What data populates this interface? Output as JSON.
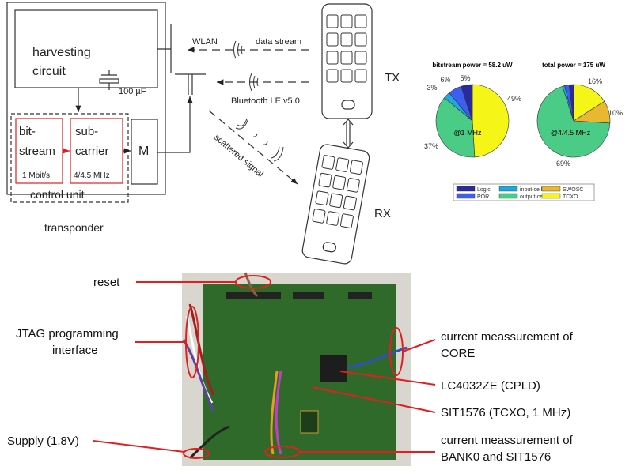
{
  "block_diagram": {
    "harvesting_label_1": "harvesting",
    "harvesting_label_2": "circuit",
    "capacitor_label": "100 µF",
    "bitstream_label_1": "bit-",
    "bitstream_label_2": "stream",
    "bitstream_rate": "1 Mbit/s",
    "subcarrier_label_1": "sub-",
    "subcarrier_label_2": "carrier",
    "subcarrier_freq": "4/4.5 MHz",
    "modulator_label": "M",
    "control_unit_label": "control unit",
    "transponder_label": "transponder",
    "wlan_label": "WLAN",
    "data_stream_label": "data stream",
    "bluetooth_label": "Bluetooth LE v5.0",
    "scattered_label": "scattered signal",
    "tx_label": "TX",
    "rx_label": "RX",
    "highlight_color": "#e02020"
  },
  "chart_data": [
    {
      "type": "pie",
      "title": "bitstream power = 58.2 uW",
      "annotation": "@1 MHz",
      "slices": [
        {
          "name": "TCXO",
          "value": 49,
          "label": "49%",
          "color": "#f5f518"
        },
        {
          "name": "output-cell",
          "value": 37,
          "label": "37%",
          "color": "#4acb86"
        },
        {
          "name": "input-cell",
          "value": 3,
          "label": "3%",
          "color": "#1fa8e0"
        },
        {
          "name": "POR",
          "value": 6,
          "label": "6%",
          "color": "#3d5ef0"
        },
        {
          "name": "Logic",
          "value": 5,
          "label": "5%",
          "color": "#2b2a9a"
        }
      ]
    },
    {
      "type": "pie",
      "title": "total power = 175 uW",
      "annotation": "@4/4.5 MHz",
      "slices": [
        {
          "name": "TCXO",
          "value": 16,
          "label": "16%",
          "color": "#f5f518"
        },
        {
          "name": "SWOSC",
          "value": 10,
          "label": "10%",
          "color": "#e8b830"
        },
        {
          "name": "output-cell",
          "value": 69,
          "label": "69%",
          "color": "#4acb86"
        },
        {
          "name": "input-cell",
          "value": 1,
          "label": "",
          "color": "#1fa8e0"
        },
        {
          "name": "POR",
          "value": 2,
          "label": "",
          "color": "#3d5ef0"
        },
        {
          "name": "Logic",
          "value": 2,
          "label": "",
          "color": "#2b2a9a"
        }
      ]
    }
  ],
  "legend": [
    {
      "name": "Logic",
      "color": "#2b2a9a"
    },
    {
      "name": "POR",
      "color": "#3d5ef0"
    },
    {
      "name": "input-cell",
      "color": "#1fa8e0"
    },
    {
      "name": "output-cell",
      "color": "#4acb86"
    },
    {
      "name": "SWOSC",
      "color": "#e8b830"
    },
    {
      "name": "TCXO",
      "color": "#f5f518"
    }
  ],
  "photo_labels": {
    "reset": "reset",
    "jtag_1": "JTAG programming",
    "jtag_2": "interface",
    "supply": "Supply (1.8V)",
    "current_core_1": "current meassurement of",
    "current_core_2": "CORE",
    "cpld": "LC4032ZE (CPLD)",
    "tcxo": "SIT1576 (TCXO, 1 MHz)",
    "current_bank_1": "current meassurement of",
    "current_bank_2": "BANK0 and SIT1576"
  }
}
